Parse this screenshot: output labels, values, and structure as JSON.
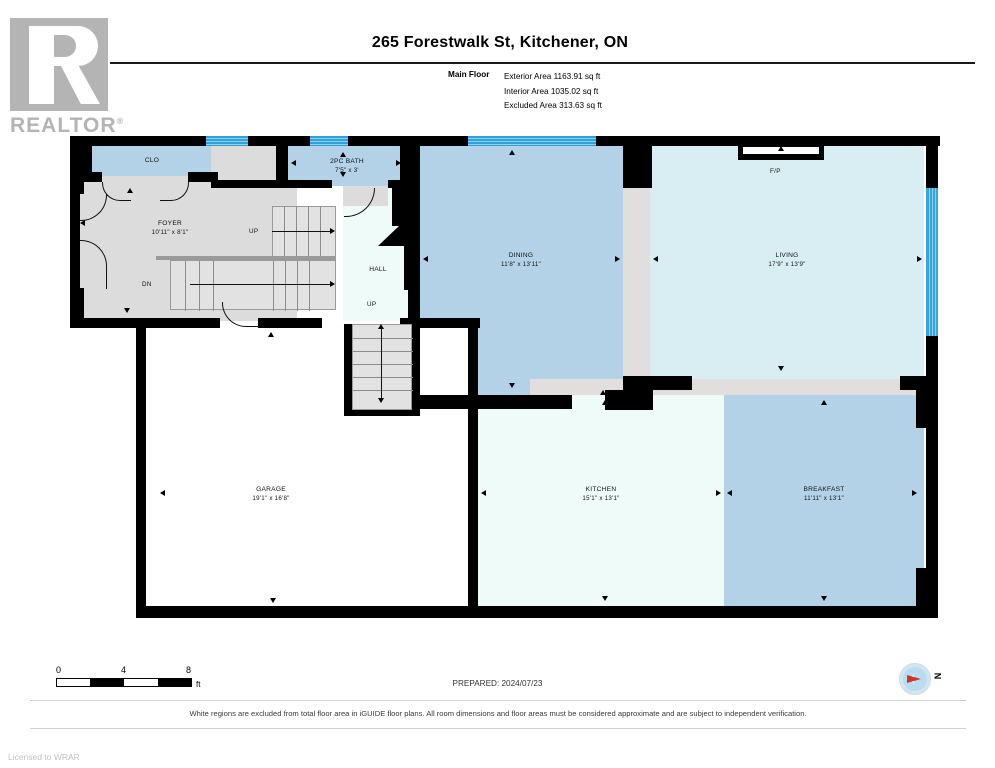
{
  "brand": {
    "logo_name": "realtor-logo",
    "logo_text": "REALTOR",
    "logo_mark": "®"
  },
  "header": {
    "title": "265 Forestwalk St, Kitchener, ON",
    "floor_label": "Main Floor",
    "areas": [
      "Exterior Area 1163.91 sq ft",
      "Interior Area 1035.02 sq ft",
      "Excluded Area 313.63 sq ft"
    ]
  },
  "colors": {
    "wall": "#000000",
    "room_blue": "#b3d2e8",
    "room_blue_light": "#d9eef2",
    "room_mint": "#effbf8",
    "room_gray": "#dcdcdc",
    "room_white": "#ffffff",
    "window": "#2f9fd8",
    "compass_needle": "#d0322c",
    "compass_face": "#cfe6f5"
  },
  "rooms": [
    {
      "name": "CLO",
      "dim": "",
      "fill": "blue"
    },
    {
      "name": "FOYER",
      "dim": "10'11\" x 8'1\"",
      "fill": "gray"
    },
    {
      "name": "2PC BATH",
      "dim": "7'5\" x 3'",
      "fill": "blue"
    },
    {
      "name": "HALL",
      "dim": "",
      "fill": "mint"
    },
    {
      "name": "DINING",
      "dim": "11'8\" x 13'11\"",
      "fill": "blue"
    },
    {
      "name": "LIVING",
      "dim": "17'9\" x 13'9\"",
      "fill": "blue_light"
    },
    {
      "name": "GARAGE",
      "dim": "19'1\" x 16'8\"",
      "fill": "white"
    },
    {
      "name": "KITCHEN",
      "dim": "15'1\" x 13'1\"",
      "fill": "mint"
    },
    {
      "name": "BREAKFAST",
      "dim": "11'11\" x 13'1\"",
      "fill": "blue"
    }
  ],
  "markers": {
    "up_foyer": "UP",
    "dn_foyer": "DN",
    "up_hall": "UP",
    "fireplace": "F/P"
  },
  "footer": {
    "scale_ticks": [
      "0",
      "4",
      "8"
    ],
    "scale_unit": "ft",
    "prepared": "PREPARED: 2024/07/23",
    "compass_label": "N",
    "disclaimer": "White regions are excluded from total floor area in iGUIDE floor plans. All room dimensions and floor areas must be considered approximate and are subject to independent verification.",
    "licensed": "Licensed to WRAR"
  }
}
